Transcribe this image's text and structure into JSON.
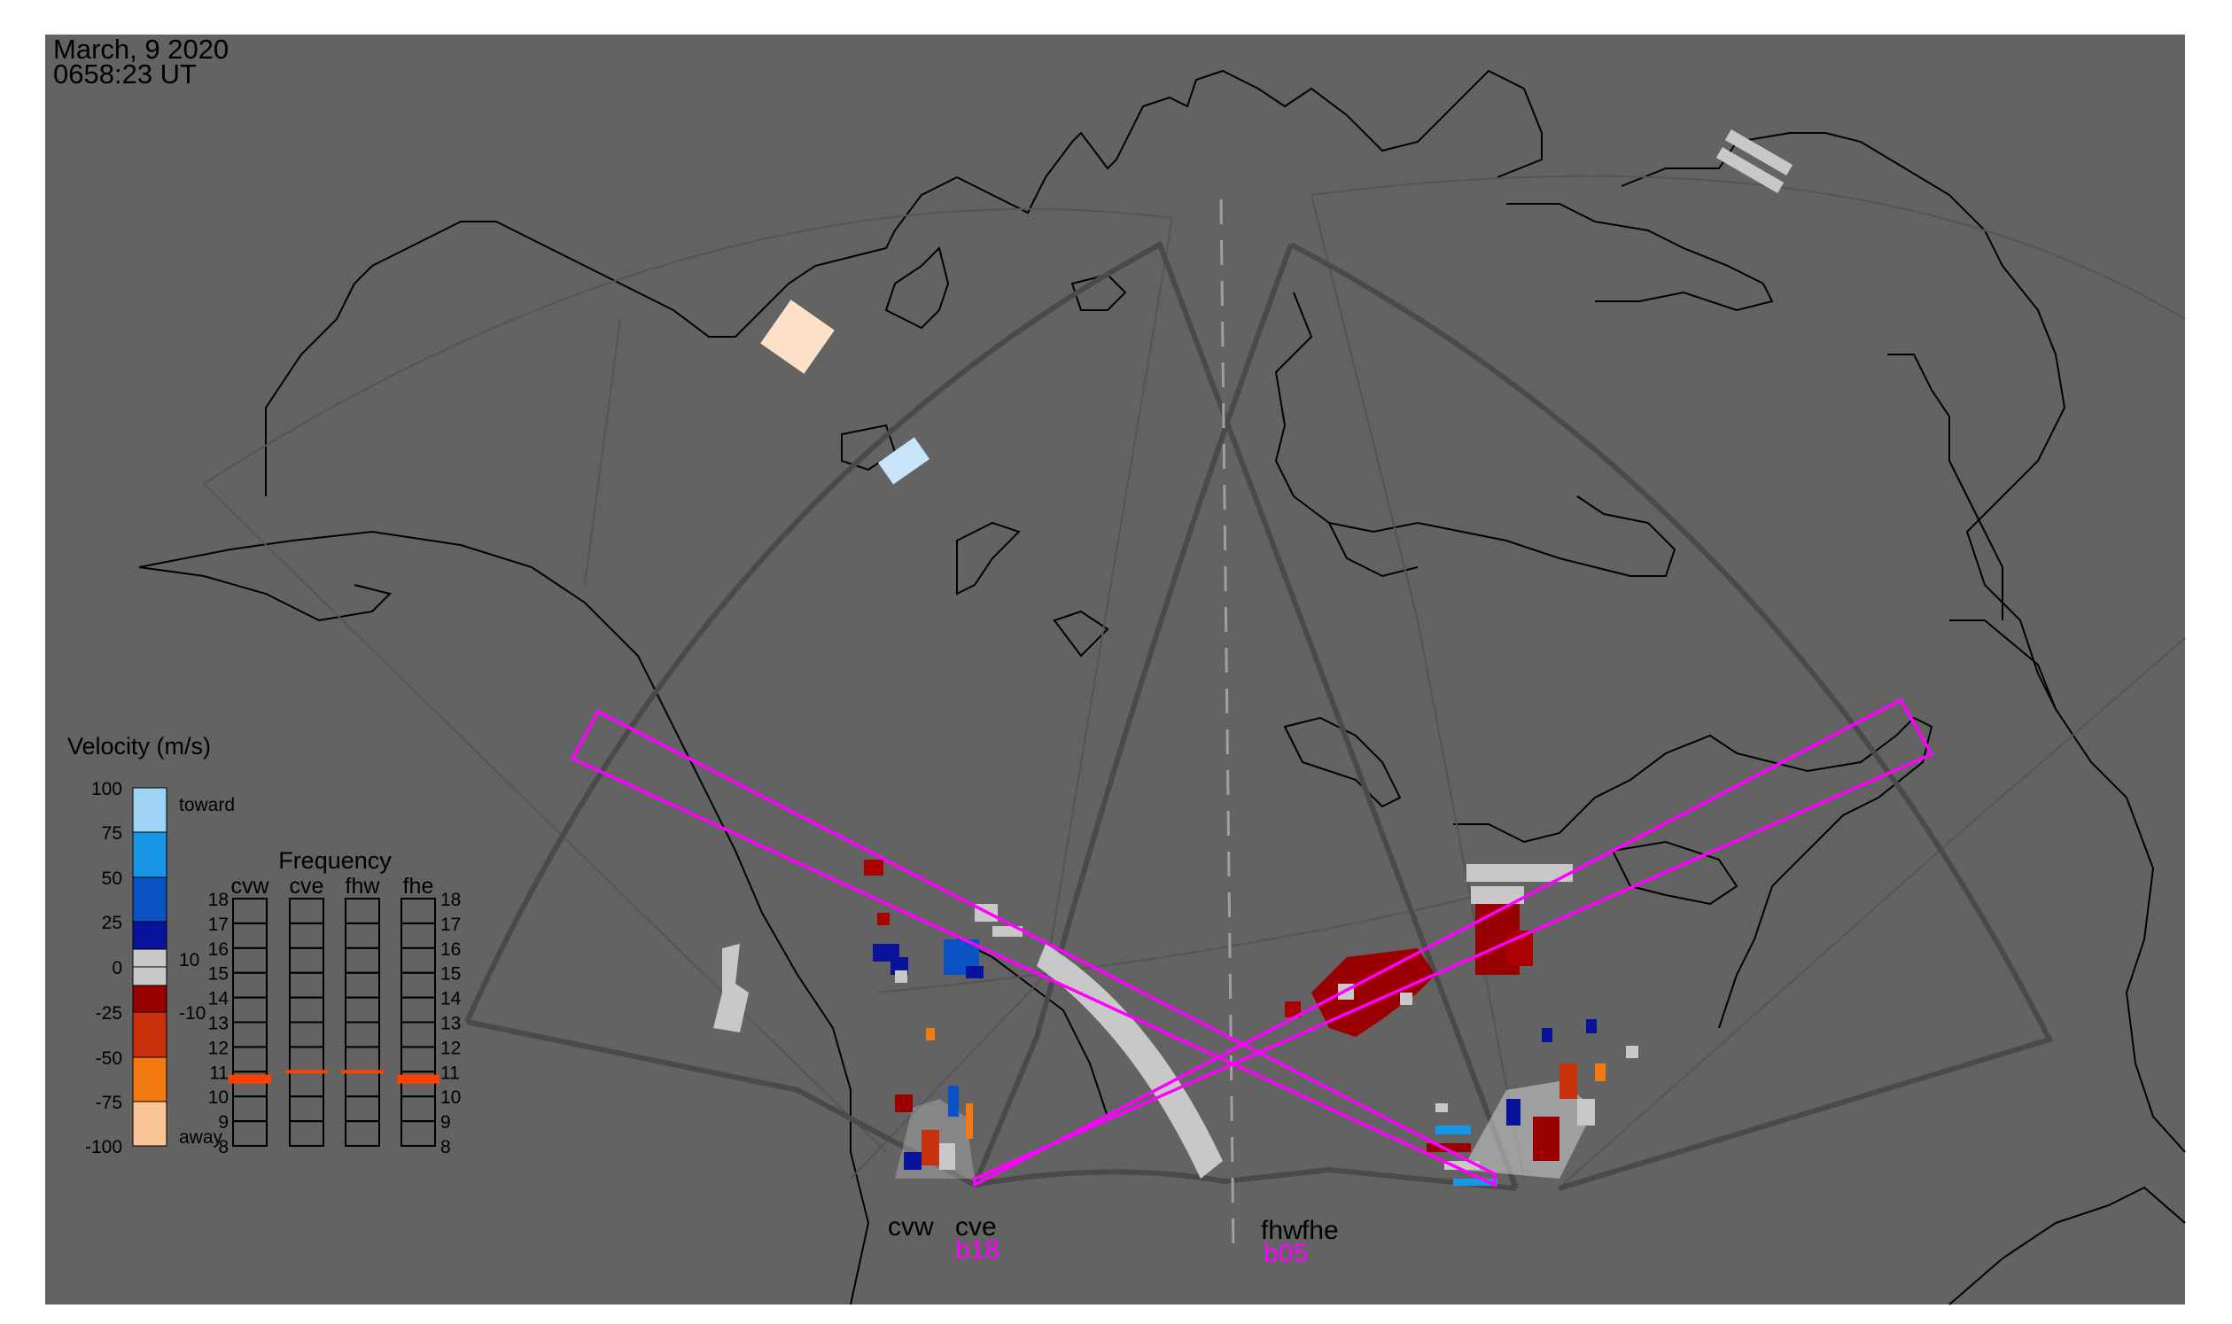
{
  "header": {
    "date": "March, 9 2020",
    "time": "0658:23 UT"
  },
  "legend": {
    "title": "Velocity (m/s)",
    "ticks": [
      "100",
      "75",
      "50",
      "25",
      "0",
      "-25",
      "-50",
      "-75",
      "-100"
    ],
    "extra_ticks": [
      "10",
      "-10"
    ],
    "toward_label": "toward",
    "away_label": "away",
    "colors": [
      "#9fd3f5",
      "#1a96e6",
      "#0a52c4",
      "#08129a",
      "#c8c8c8",
      "#c8c8c8",
      "#990000",
      "#c8300c",
      "#f27a10",
      "#f9c596"
    ]
  },
  "frequency": {
    "title": "Frequency",
    "radars": [
      "cvw",
      "cve",
      "fhw",
      "fhe"
    ],
    "axis_ticks": [
      "18",
      "17",
      "16",
      "15",
      "14",
      "13",
      "12",
      "11",
      "10",
      "9",
      "8"
    ],
    "values_mhz": [
      10.7,
      11.0,
      11.0,
      10.7
    ]
  },
  "radars": {
    "left": {
      "west": "cvw",
      "east": "cve",
      "beam_label": "b18"
    },
    "right": {
      "west": "fhw",
      "east": "fhe",
      "beam_label": "b05"
    }
  },
  "colors": {
    "background": "#636363",
    "beam": "#ff00ff"
  }
}
